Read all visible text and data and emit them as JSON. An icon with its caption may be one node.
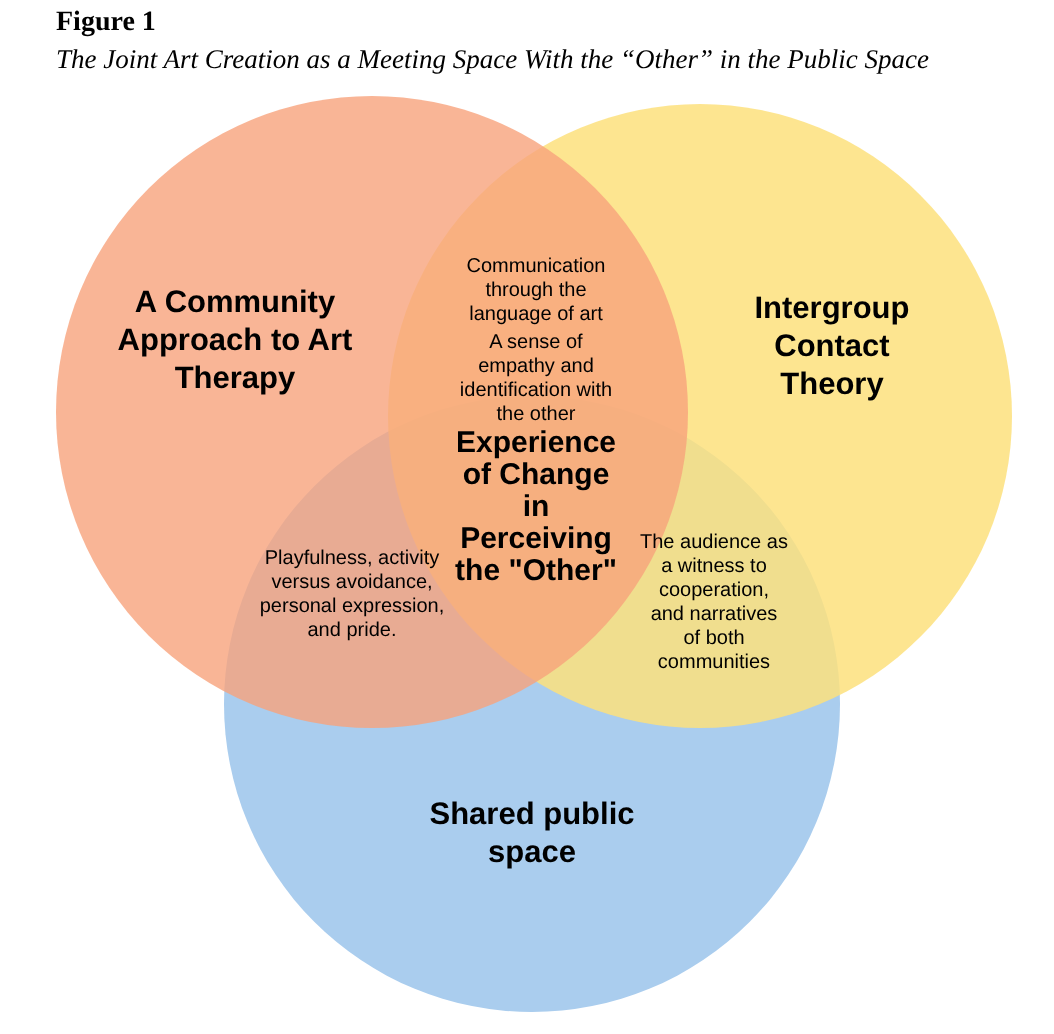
{
  "diagram": {
    "title": "Figure 1",
    "caption": "The Joint Art Creation as a Meeting Space With the “Other” in the Public Space",
    "nodes": [
      {
        "text": [
          "Shared public space"
        ]
      },
      {
        "text": [
          "Intergroup Contact Theory"
        ]
      },
      {
        "text": [
          "A Community Approach to Art Therapy"
        ]
      }
    ],
    "labels": [
      "Communication through the language of art",
      "A sense of empathy and identification with the other",
      "Experience of Change in Perceiving the \"Other\"",
      "Playfulness, activity versus avoidance, personal expression, and pride.",
      "The audience as a witness to cooperation, and narratives of both communities"
    ]
  }
}
